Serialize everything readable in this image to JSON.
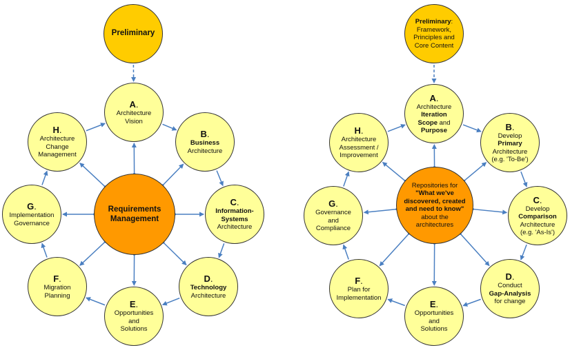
{
  "left": {
    "preliminary": "Preliminary",
    "center": [
      "Requirements",
      "Management"
    ],
    "A": {
      "letter": "A",
      "lines": [
        "Architecture",
        "Vision"
      ]
    },
    "B": {
      "letter": "B",
      "lines": [
        "Business",
        "Architecture"
      ]
    },
    "C": {
      "letter": "C",
      "lines": [
        "Information-",
        "Systems",
        "Architecture"
      ]
    },
    "D": {
      "letter": "D",
      "lines": [
        "Technology",
        "Architecture"
      ]
    },
    "E": {
      "letter": "E",
      "lines": [
        "Opportunities",
        "and",
        "Solutions"
      ]
    },
    "F": {
      "letter": "F",
      "lines": [
        "Migration",
        "Planning"
      ]
    },
    "G": {
      "letter": "G",
      "lines": [
        "Implementation",
        "Governance"
      ]
    },
    "H": {
      "letter": "H",
      "lines": [
        "Architecture",
        "Change",
        "Management"
      ]
    }
  },
  "right": {
    "preliminary": {
      "bold": "Preliminary",
      "rest": ":",
      "lines": [
        "Framework,",
        "Principles and",
        "Core Content"
      ]
    },
    "center": {
      "top": "Repositories for",
      "bold": [
        "\"What we've",
        "discovered, created",
        "and need to know\""
      ],
      "bottom": [
        "about the",
        "architectures"
      ]
    },
    "A": {
      "letter": "A",
      "line1": "Architecture",
      "bold1": "Iteration",
      "line2a": "Scope",
      "line2b": "and",
      "bold2": "Purpose"
    },
    "B": {
      "letter": "B",
      "line1": "Develop",
      "bold1": "Primary",
      "line2": "Architecture",
      "line3": "(e.g. 'To-Be')"
    },
    "C": {
      "letter": "C",
      "line1": "Develop",
      "bold1": "Comparison",
      "line2": "Architecture",
      "line3": "(e.g. 'As-Is')"
    },
    "D": {
      "letter": "D",
      "line1": "Conduct",
      "bold1": "Gap-Analysis",
      "line2": "for change"
    },
    "E": {
      "letter": "E",
      "lines": [
        "Opportunities",
        "and",
        "Solutions"
      ]
    },
    "F": {
      "letter": "F",
      "lines": [
        "Plan for",
        "Implementation"
      ]
    },
    "G": {
      "letter": "G",
      "lines": [
        "Governance",
        "and",
        "Compliance"
      ]
    },
    "H": {
      "letter": "H",
      "lines": [
        "Architecture",
        "Assessment /",
        "Improvement"
      ]
    }
  },
  "colors": {
    "phase": "#ffff99",
    "preliminary": "#ffcc00",
    "center": "#ff9900",
    "arrow": "#4a7fc1",
    "border": "#333333"
  }
}
